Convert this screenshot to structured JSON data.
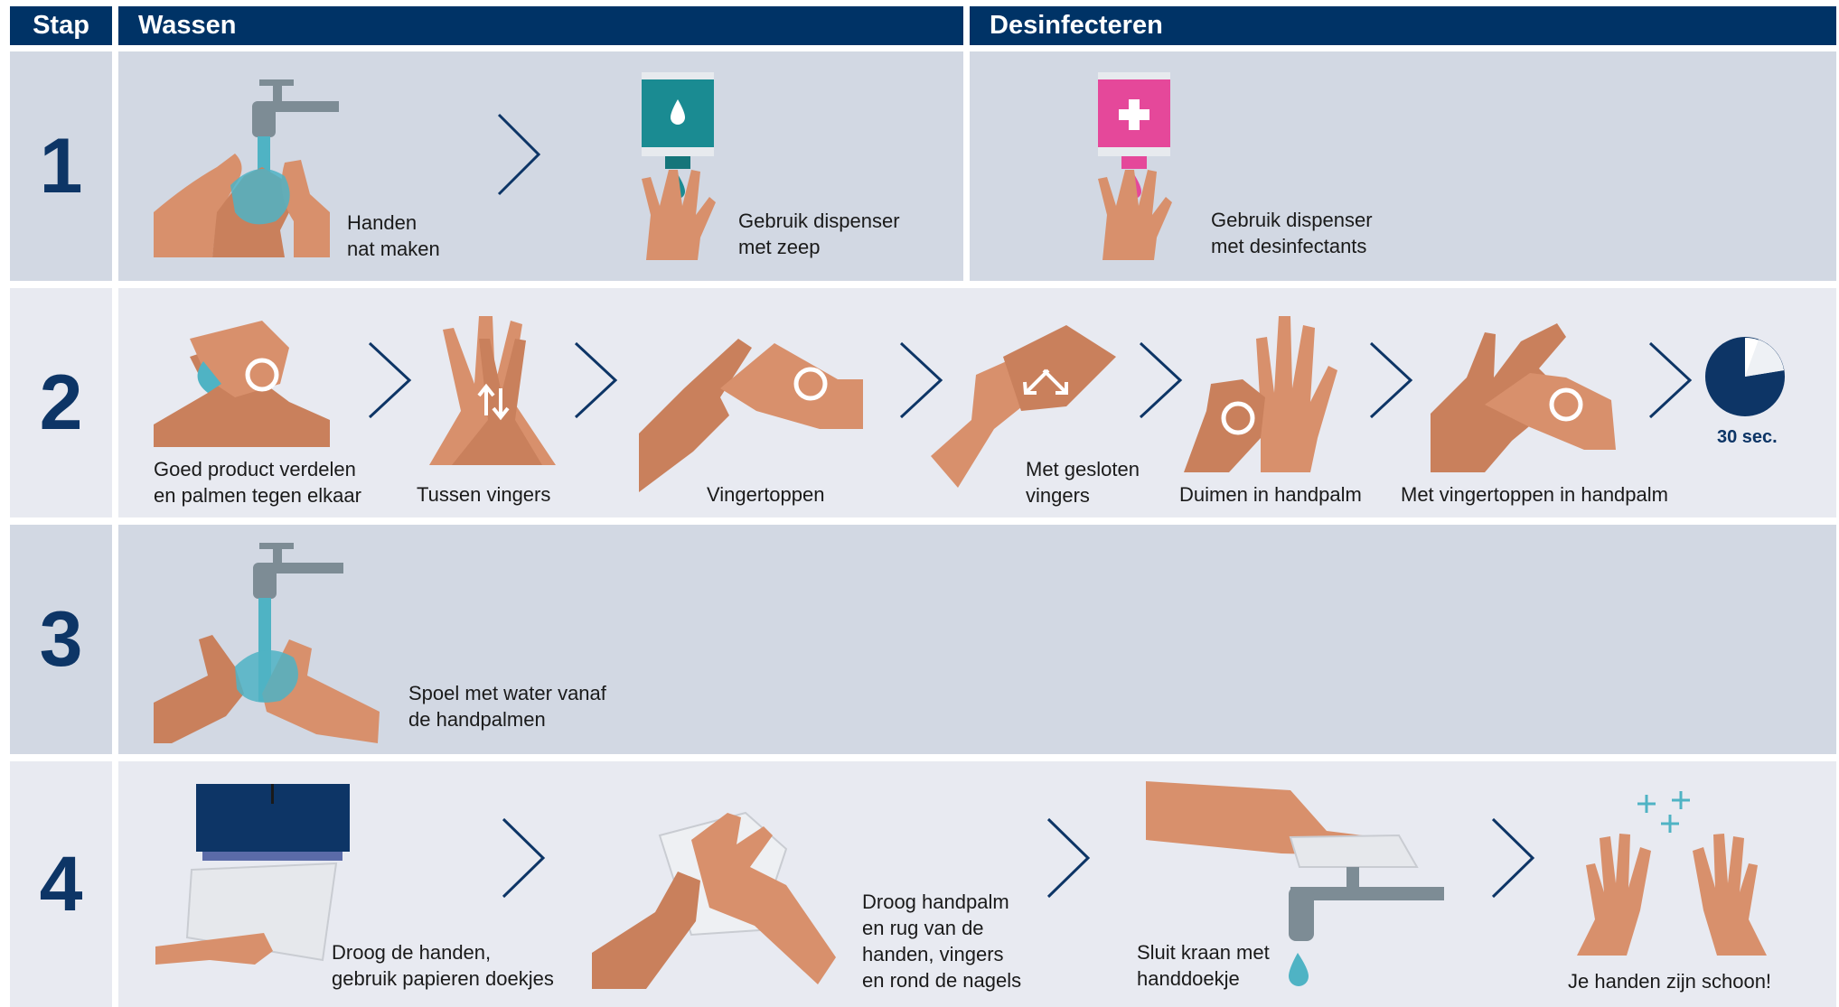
{
  "header": {
    "stap": "Stap",
    "wassen": "Wassen",
    "desinfecteren": "Desinfecteren"
  },
  "rows": [
    {
      "number": "1"
    },
    {
      "number": "2"
    },
    {
      "number": "3"
    },
    {
      "number": "4"
    }
  ],
  "step1": {
    "wet_hands": "Handen\nnat maken",
    "soap": "Gebruik dispenser\nmet zeep",
    "disinfect": "Gebruik dispenser\nmet desinfectants"
  },
  "step2": {
    "palms": "Goed product verdelen\nen palmen tegen elkaar",
    "between_fingers": "Tussen vingers",
    "fingertips": "Vingertoppen",
    "closed_fingers": "Met gesloten\nvingers",
    "thumbs": "Duimen in handpalm",
    "fingertips_palm": "Met vingertoppen in handpalm",
    "timer": "30 sec."
  },
  "step3": {
    "rinse": "Spoel met water vanaf\nde handpalmen"
  },
  "step4": {
    "dry": "Droog de handen,\ngebruik papieren doekjes",
    "dry_detail": "Droog handpalm\nen rug van de\nhanden,  vingers\nen rond de nagels",
    "close_tap": "Sluit kraan met\nhanddoekje",
    "clean": "Je handen zijn schoon!"
  },
  "colors": {
    "header_bg": "#003366",
    "step_number": "#0d3566",
    "soap_dispenser": "#1a8b92",
    "disinfect_dispenser": "#e5489a",
    "skin": "#d8906c",
    "water": "#4fb3c4"
  }
}
